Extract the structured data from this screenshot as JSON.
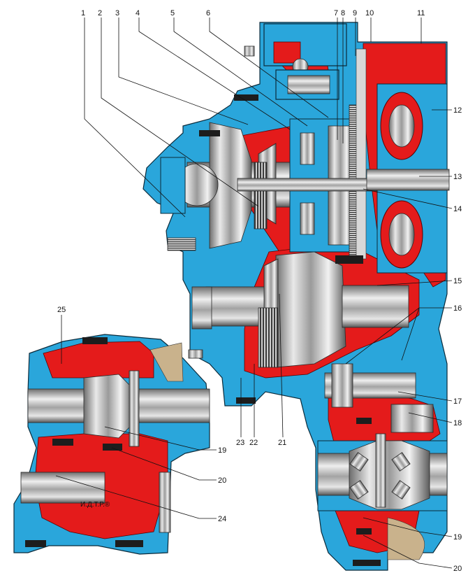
{
  "labels": {
    "top": [
      "1",
      "2",
      "3",
      "4",
      "5",
      "6",
      "7",
      "8",
      "9",
      "10",
      "11"
    ],
    "right": [
      "12",
      "13",
      "14",
      "15",
      "16",
      "17",
      "18",
      "19",
      "20"
    ],
    "bottom": [
      "23",
      "22",
      "21"
    ],
    "inset": [
      "25",
      "19",
      "20",
      "24"
    ]
  },
  "watermark": "И.Д.Т.Р.®",
  "colors": {
    "housing": "#2aa6db",
    "oil_cavity": "#e41b1b",
    "outline": "#0b2a3a"
  }
}
